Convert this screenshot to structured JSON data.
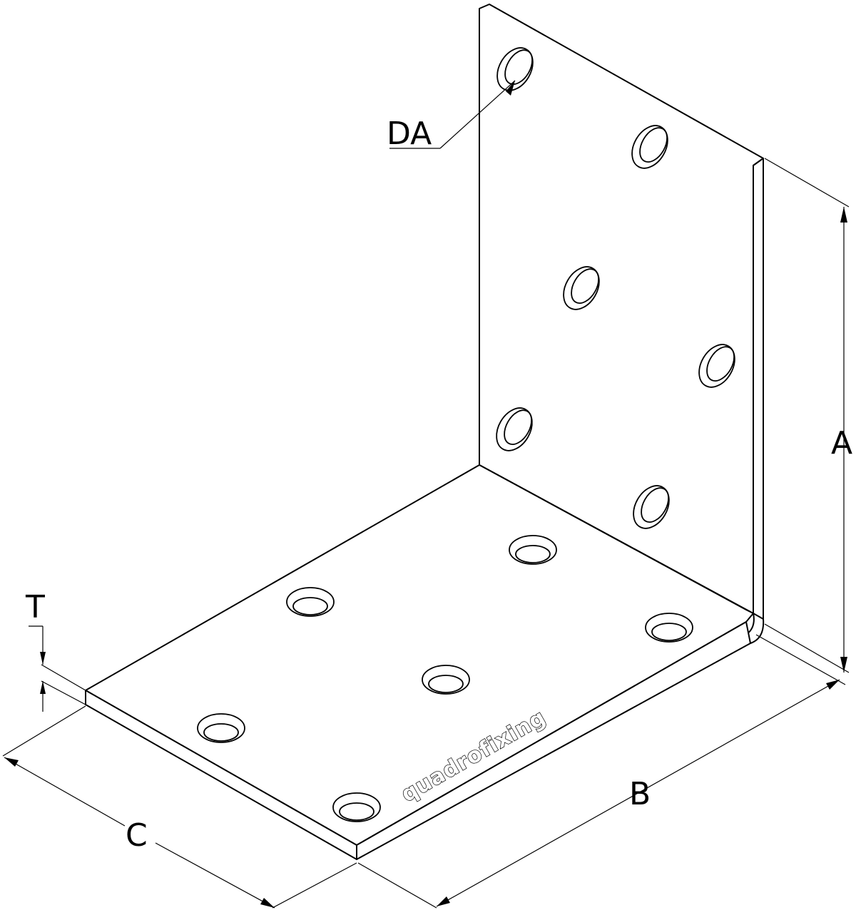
{
  "dimensions": {
    "a": "A",
    "b": "B",
    "c": "C",
    "t": "T",
    "da": "DA"
  },
  "brand_text": "quadrofixing"
}
